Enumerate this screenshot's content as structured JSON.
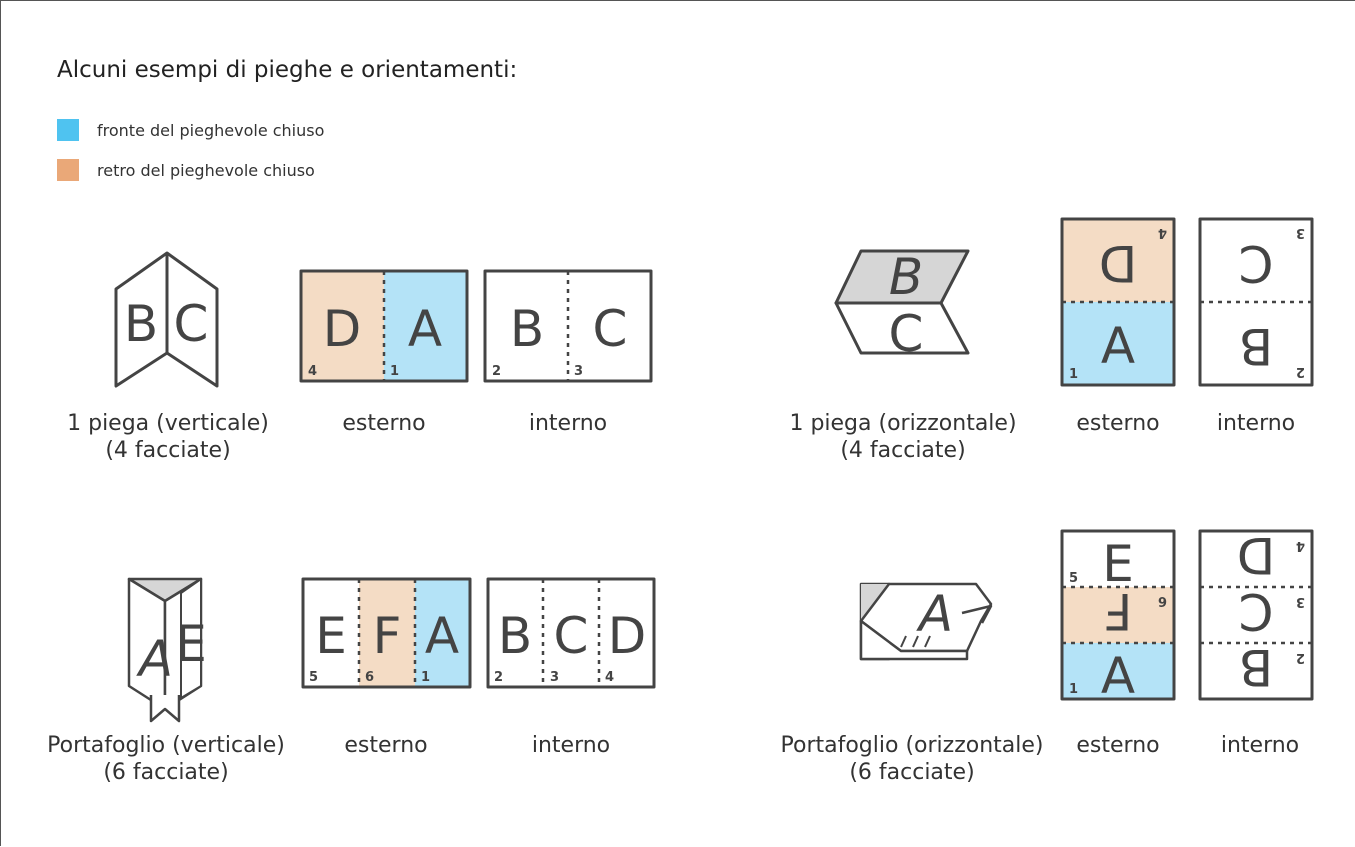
{
  "title": "Alcuni esempi di pieghe e orientamenti:",
  "legend": [
    {
      "label": "fronte del pieghevole chiuso",
      "color": "#4fc3f0"
    },
    {
      "label": "retro del pieghevole chiuso",
      "color": "#eaa878"
    }
  ],
  "colors": {
    "front_panel": "#b4e3f7",
    "back_panel": "#f4dcc5",
    "outline": "#444444",
    "fold_shade": "#d6d6d6"
  },
  "examples": [
    {
      "fold_caption": [
        "1 piega (verticale)",
        "(4 facciate)"
      ],
      "outside_label": "esterno",
      "inside_label": "interno",
      "icon_letters": [
        "B",
        "C"
      ],
      "outside_panels": [
        {
          "letter": "D",
          "num": "4"
        },
        {
          "letter": "A",
          "num": "1"
        }
      ],
      "inside_panels": [
        {
          "letter": "B",
          "num": "2"
        },
        {
          "letter": "C",
          "num": "3"
        }
      ]
    },
    {
      "fold_caption": [
        "1 piega (orizzontale)",
        "(4 facciate)"
      ],
      "outside_label": "esterno",
      "inside_label": "interno",
      "icon_letters": [
        "B",
        "C"
      ],
      "outside_panels": [
        {
          "letter": "D",
          "num": "4"
        },
        {
          "letter": "A",
          "num": "1"
        }
      ],
      "inside_panels": [
        {
          "letter": "C",
          "num": "3"
        },
        {
          "letter": "B",
          "num": "2"
        }
      ]
    },
    {
      "fold_caption": [
        "Portafoglio (verticale)",
        "(6 facciate)"
      ],
      "outside_label": "esterno",
      "inside_label": "interno",
      "icon_letters": [
        "A",
        "E"
      ],
      "outside_panels": [
        {
          "letter": "E",
          "num": "5"
        },
        {
          "letter": "F",
          "num": "6"
        },
        {
          "letter": "A",
          "num": "1"
        }
      ],
      "inside_panels": [
        {
          "letter": "B",
          "num": "2"
        },
        {
          "letter": "C",
          "num": "3"
        },
        {
          "letter": "D",
          "num": "4"
        }
      ]
    },
    {
      "fold_caption": [
        "Portafoglio (orizzontale)",
        "(6 facciate)"
      ],
      "outside_label": "esterno",
      "inside_label": "interno",
      "icon_letters": [
        "A"
      ],
      "outside_panels": [
        {
          "letter": "E",
          "num": "5"
        },
        {
          "letter": "F",
          "num": "6"
        },
        {
          "letter": "A",
          "num": "1"
        }
      ],
      "inside_panels": [
        {
          "letter": "D",
          "num": "4"
        },
        {
          "letter": "C",
          "num": "3"
        },
        {
          "letter": "B",
          "num": "2"
        }
      ]
    }
  ]
}
